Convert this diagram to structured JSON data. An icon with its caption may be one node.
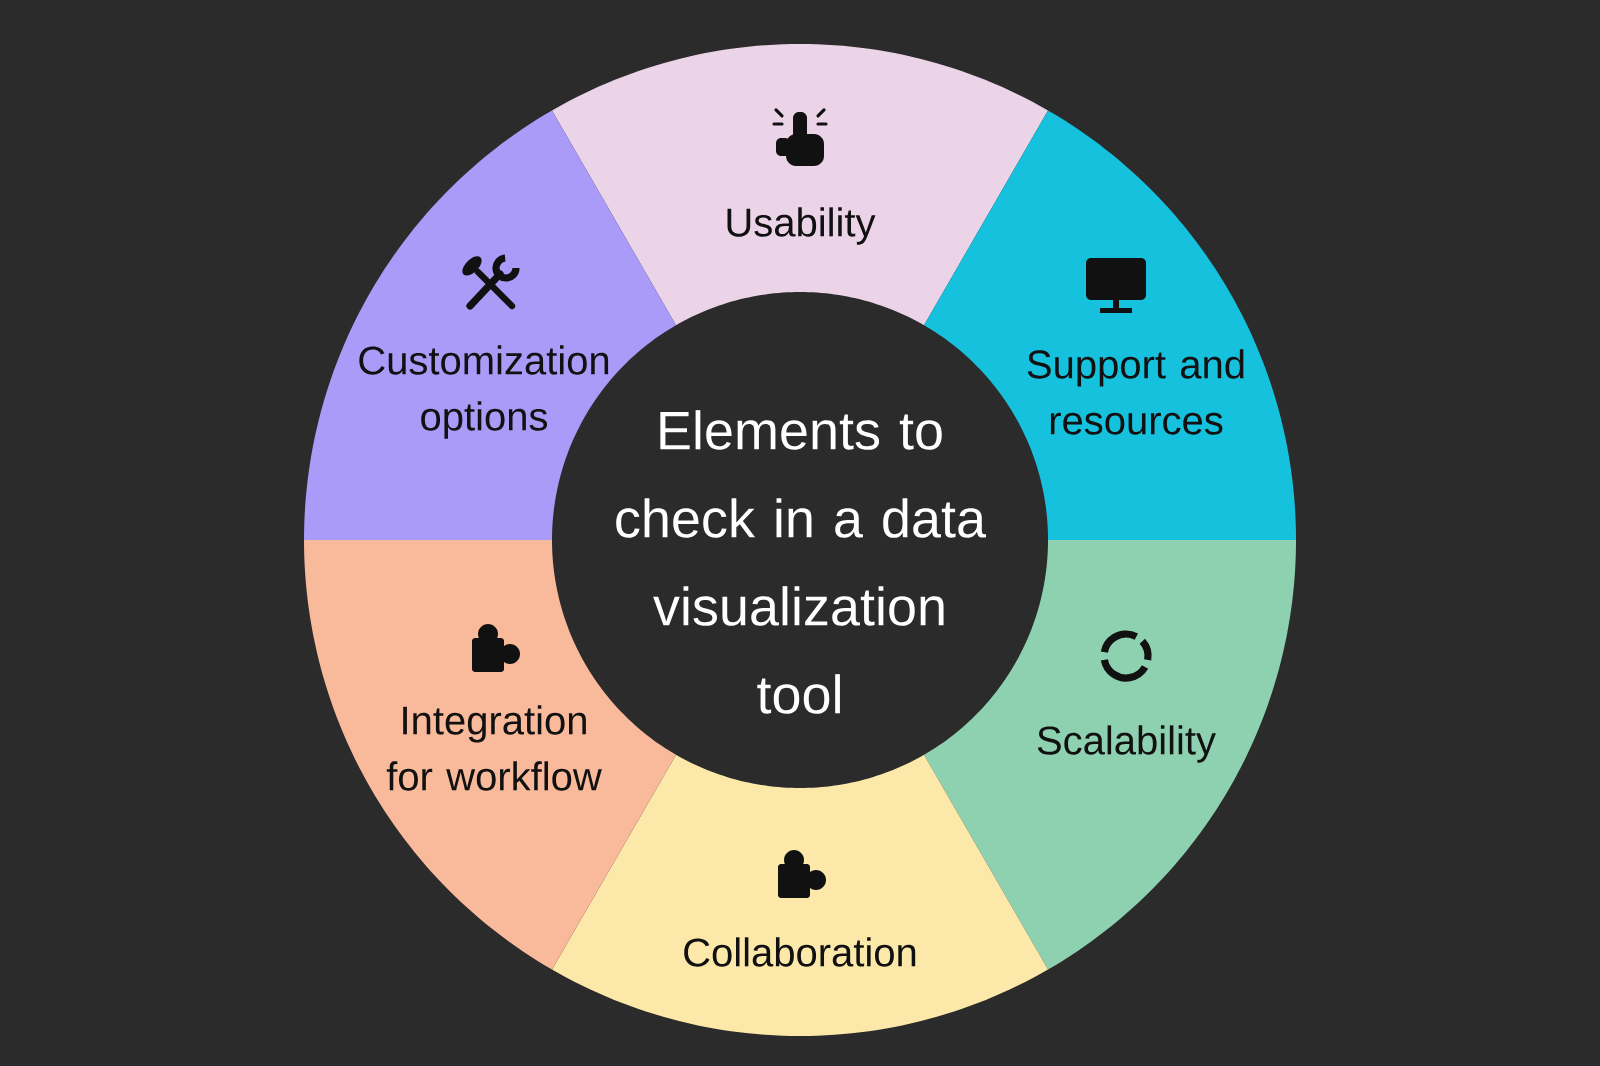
{
  "diagram": {
    "nodes": [
      {
        "text": [
          "Elements to check in a data visualization tool"
        ]
      },
      {
        "text": [
          "Usability"
        ]
      },
      {
        "text": [
          "Support and resources"
        ]
      },
      {
        "text": [
          "Scalability"
        ]
      },
      {
        "text": [
          "Collaboration"
        ]
      },
      {
        "text": [
          "Integration for workflow"
        ]
      },
      {
        "text": [
          "Customization options"
        ]
      }
    ]
  }
}
